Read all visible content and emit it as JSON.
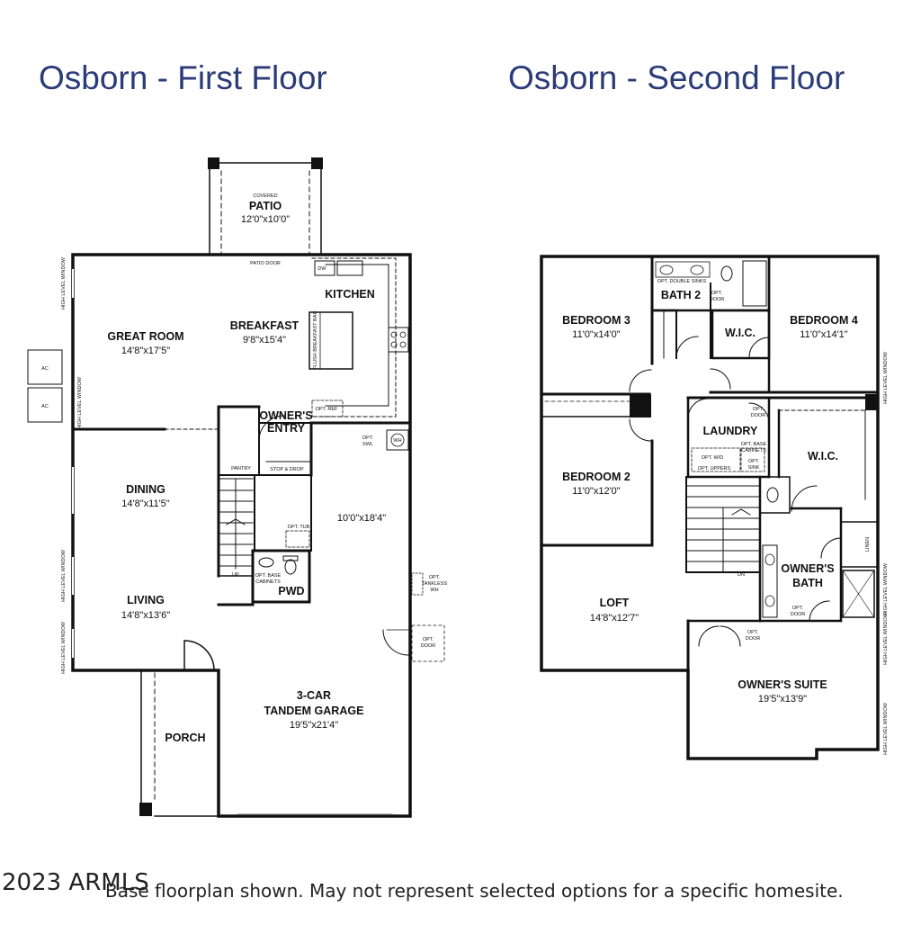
{
  "titles": {
    "first_floor": "Osborn - First Floor",
    "second_floor": "Osborn - Second Floor"
  },
  "first_floor": {
    "covered": "COVERED",
    "patio": {
      "name": "PATIO",
      "dim": "12'0\"x10'0\""
    },
    "patio_door": "PATIO DOOR",
    "dw": "DW",
    "kitchen": "KITCHEN",
    "breakfast": {
      "name": "BREAKFAST",
      "dim": "9'8\"x15'4\""
    },
    "flush_breakfast_bar": "FLUSH BREAKFAST BAR",
    "great_room": {
      "name": "GREAT ROOM",
      "dim": "14'8\"x17'5\""
    },
    "ac1": "AC",
    "ac2": "AC",
    "high_level_window": "HIGH LEVEL WINDOW",
    "opt_ref": "OPT. REF",
    "owners_entry": {
      "line1": "OWNER'S",
      "line2": "ENTRY"
    },
    "opt_swl": {
      "line1": "OPT.",
      "line2": "SWL"
    },
    "wh": "WH",
    "pantry": "PANTRY",
    "stop_drop": "STOP & DROP",
    "dining": {
      "name": "DINING",
      "dim": "14'8\"x11'5\""
    },
    "garage_depth_dim": "10'0\"x18'4\"",
    "opt_tub": "OPT. TUB",
    "up": "UP",
    "opt_base_cabinets": {
      "line1": "OPT. BASE",
      "line2": "CABINETS"
    },
    "pwd": "PWD",
    "opt_tankless": {
      "line1": "OPT.",
      "line2": "TANKLESS",
      "line3": "WH"
    },
    "living": {
      "name": "LIVING",
      "dim": "14'8\"x13'6\""
    },
    "opt_door": {
      "line1": "OPT.",
      "line2": "DOOR"
    },
    "garage": {
      "line1": "3-CAR",
      "line2": "TANDEM GARAGE",
      "dim": "19'5\"x21'4\""
    },
    "porch": "PORCH"
  },
  "second_floor": {
    "opt_double_sinks": "OPT. DOUBLE SINKS",
    "bath2": "BATH 2",
    "opt_door": {
      "line1": "OPT.",
      "line2": "DOOR"
    },
    "bedroom3": {
      "name": "BEDROOM 3",
      "dim": "11'0\"x14'0\""
    },
    "wic_small": "W.I.C.",
    "bedroom4": {
      "name": "BEDROOM 4",
      "dim": "11'0\"x14'1\""
    },
    "high_level_window": "HIGH LEVEL WINDOW",
    "laundry": "LAUNDRY",
    "opt_base_cabinets": {
      "line1": "OPT. BASE",
      "line2": "CABINETS"
    },
    "opt_wd": "OPT. W/D",
    "opt_uppers": "OPT. UPPERS",
    "opt_sink": {
      "line1": "OPT.",
      "line2": "SINK"
    },
    "wic_large": "W.I.C.",
    "bedroom2": {
      "name": "BEDROOM 2",
      "dim": "11'0\"x12'0\""
    },
    "linen": "LINEN",
    "dn": "DN",
    "owners_bath": {
      "line1": "OWNER'S",
      "line2": "BATH"
    },
    "loft": {
      "name": "LOFT",
      "dim": "14'8\"x12'7\""
    },
    "owners_suite": {
      "name": "OWNER'S SUITE",
      "dim": "19'5\"x13'9\""
    }
  },
  "footer": {
    "copyright": "2023 ARMLS",
    "disclaimer": "Base floorplan shown. May not represent selected options for a specific homesite."
  }
}
